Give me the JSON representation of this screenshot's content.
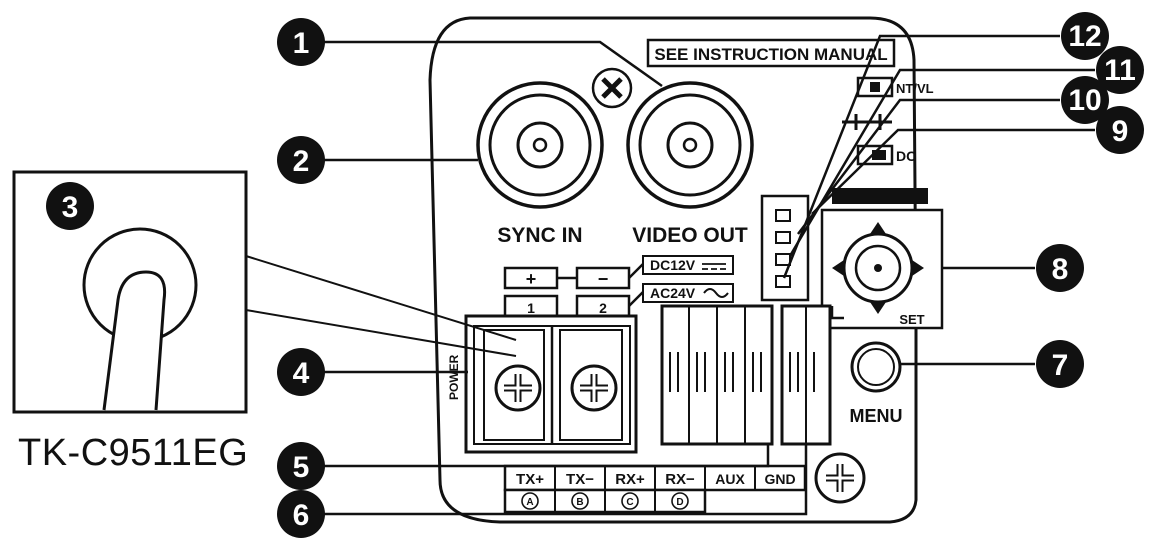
{
  "callouts": [
    "1",
    "2",
    "3",
    "4",
    "5",
    "6",
    "7",
    "8",
    "9",
    "10",
    "11",
    "12"
  ],
  "labels": {
    "manual": "SEE INSTRUCTION MANUAL",
    "sync_in": "SYNC IN",
    "video_out": "VIDEO OUT",
    "dc12v": "DC12V",
    "ac24v": "AC24V",
    "plus": "+",
    "minus": "−",
    "one": "1",
    "two": "2",
    "ntvl": "NT/VL",
    "dc": "DC",
    "menu": "MENU",
    "set": "SET",
    "power": "POWER",
    "txp": "TX+",
    "txm": "TX−",
    "rxp": "RX+",
    "rxm": "RX−",
    "aux": "AUX",
    "gnd": "GND",
    "a": "A",
    "b": "B",
    "c": "C",
    "d": "D"
  },
  "caption": "TK-C9511EG",
  "colors": {
    "ink": "#111111",
    "paper": "#ffffff"
  }
}
